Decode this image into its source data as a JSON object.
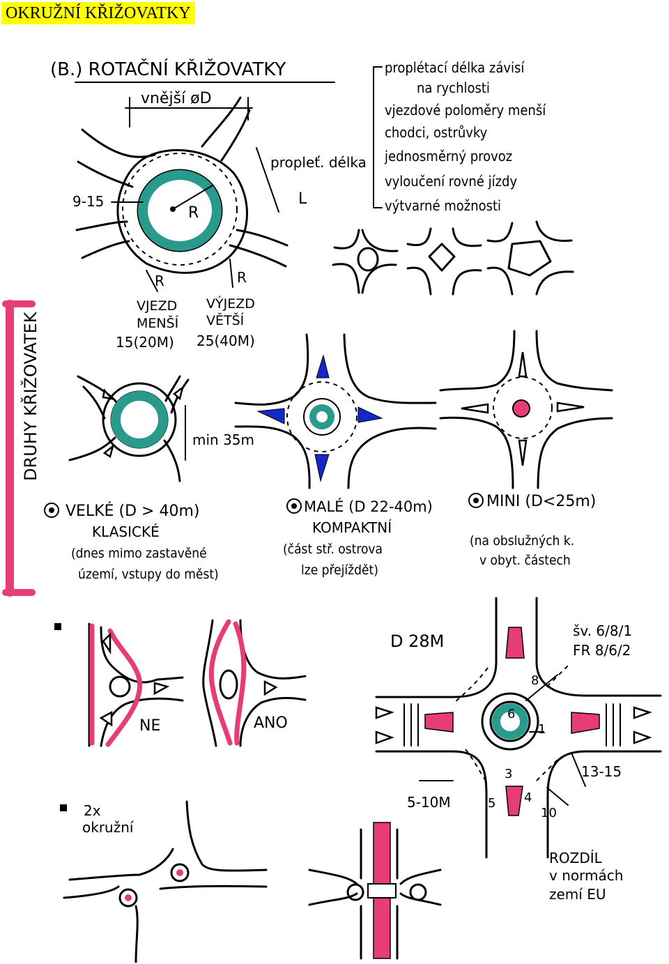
{
  "header": {
    "title": "OKRUŽNÍ KŘIŽOVATKY"
  },
  "section_b": {
    "heading": "(B.) ROTAČNÍ KŘIŽOVATKY",
    "outer_diameter": "vnější øD",
    "weave_length": "propleť. délka",
    "weave_length_symbol": "L",
    "ring_width": "9-15",
    "radius": "R",
    "radius_entry": "R",
    "radius_exit": "R",
    "entry_label": "VJEZD",
    "entry_smaller": "MENŠÍ",
    "entry_value": "15(20M)",
    "exit_label": "VÝJEZD",
    "exit_larger": "VĚTŠÍ",
    "exit_value": "25(40M)"
  },
  "notes": {
    "items": [
      "proplétací délka závisí",
      "na rychlosti",
      "vjezdové poloměry menší",
      "chodci, ostrůvky",
      "jednosměrný provoz",
      "vyloučení rovné jízdy",
      "výtvarné možnosti"
    ]
  },
  "side_label": {
    "text": "DRUHY KŘIŽOVATEK"
  },
  "types": {
    "large_size": "min 35m",
    "large_title": "VELKÉ (D > 40m)",
    "large_sub": "KLASICKÉ",
    "large_note_1": "(dnes mimo zastavěné",
    "large_note_2": "území, vstupy do měst)",
    "small_title": "MALÉ (D 22-40m)",
    "small_sub": "KOMPAKTNÍ",
    "small_note_1": "(část stř. ostrova",
    "small_note_2": "lze přejíždět)",
    "mini_title": "MINI (D<25m)",
    "mini_note_1": "(na obslužných k.",
    "mini_note_2": "v obyt. částech"
  },
  "flow": {
    "no_label": "NE",
    "yes_label": "ANO"
  },
  "d28": {
    "title": "D 28M",
    "ref_1": "šv. 6/8/1",
    "ref_2": "FR 8/6/2",
    "d6": "6",
    "d8": "8",
    "d1": "1",
    "d3": "3",
    "d5": "5",
    "d4": "4",
    "d10": "10",
    "d1315": "13-15",
    "d510": "5-10M"
  },
  "double": {
    "label_1": "2x",
    "label_2": "okružní",
    "note_1": "ROZDÍL",
    "note_2": "v normách",
    "note_3": "zemí EU"
  },
  "colors": {
    "teal": "#2a9a8c",
    "pink": "#e63c78",
    "blue": "#1428c8",
    "title_bg": "#ffff00"
  }
}
